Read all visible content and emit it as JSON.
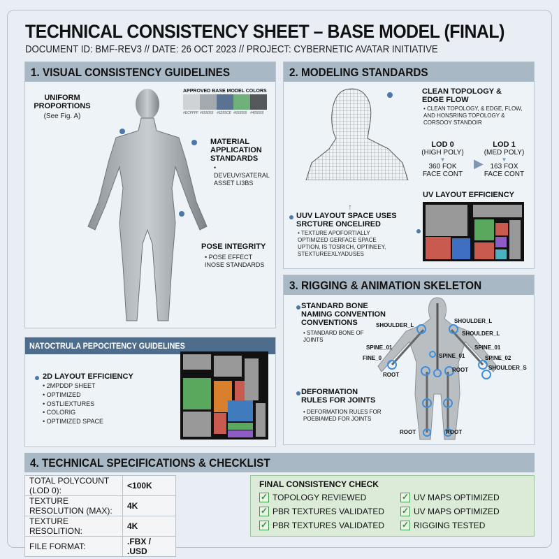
{
  "header": {
    "title": "TECHNICAL CONSISTENCY SHEET – BASE MODEL (FINAL)",
    "subtitle": "DOCUMENT ID: BMF-REV3 // DATE: 26 OCT 2023 // PROJECT: CYBERNETIC AVATAR INITIATIVE"
  },
  "section1": {
    "title": "1. VISUAL CONSISTENCY GUIDELINES",
    "uniform": {
      "title": "UNIFORM PROPORTIONS",
      "note": "(See Fig. A)"
    },
    "colors": {
      "title": "APPROVED BASE MODEL COLORS",
      "swatches": [
        {
          "hex": "#ECFFFF",
          "color": "#d0d3d6"
        },
        {
          "hex": "#655055",
          "color": "#a3aaaf"
        },
        {
          "hex": "#6255CE",
          "color": "#5a7393"
        },
        {
          "hex": "#655555",
          "color": "#6fb07a"
        },
        {
          "hex": "#405555",
          "color": "#55585b"
        }
      ]
    },
    "material": {
      "title": "MATERIAL APPLICATION STANDARDS",
      "note": "• DEVEUV/SATERAL ASSET LI3BS"
    },
    "pose": {
      "title": "POSE INTEGRITY",
      "note": "• POSE EFFECT INOSE STANDARDS"
    }
  },
  "subpanel": {
    "title": "NATOCTRULA PEPOCITENCY GUIDELINES",
    "heading": "2D LAYOUT EFFICIENCY",
    "items": [
      "• 2MPDDP SHEET",
      "• OPTIMIZED",
      "• OSTLIEXTURES",
      "• COLORIG",
      "• OPTIMIZED SPACE"
    ]
  },
  "section2": {
    "title": "2. MODELING STANDARDS",
    "topology": {
      "title": "CLEAN TOPOLOGY & EDGE FLOW",
      "note": "• CLEAN TOPOLOGY, & EDGE, FLOW, AND HONSRING TOPOLOGY & CORSOOY STANDOIR"
    },
    "lod0": {
      "title": "LOD 0",
      "sub": "(HIGH POLY)",
      "count": "360 FOK",
      "unit": "FACE CONT"
    },
    "lod1": {
      "title": "LOD 1",
      "sub": "(MED POLY)",
      "count": "163 FOX",
      "unit": "FACE CONT"
    },
    "uv_title": "UV LAYOUT EFFICIENCY",
    "uvspace": {
      "title": "UUV LAYOUT SPACE USES SRCTURE ONCELIRED",
      "note": "• TEXTURE APOFORTIALLY OPTIMIZED GERFACE SPACE UPTION, IS TOSRICH, OPTINEEY, STEXTUREEXLYADUSES"
    }
  },
  "section3": {
    "title": "3. RIGGING & ANIMATION SKELETON",
    "bone": {
      "title": "STANDARD BONE NAMING CONVENTION CONVENTIONS",
      "note": "• STANDARD BONE OF JOINTS"
    },
    "deform": {
      "title": "DEFORMATION RULES FOR JOINTS",
      "note": "• DEFORMATION RULES FOR POEBIAMED FOR JOINTS"
    },
    "joints": [
      "SHOULDER_L",
      "SHOULDER_L",
      "SHOULDER_L",
      "SPINE_01",
      "SPINE_01",
      "SPINE_01",
      "FINE_0",
      "SPINE_02",
      "SHOULDER_S",
      "ROOT",
      "ROOT",
      "ROOT",
      "ROOT"
    ]
  },
  "section4": {
    "title": "4. TECHNICAL SPECIFICATIONS & CHECKLIST",
    "specs": [
      {
        "label": "TOTAL POLYCOUNT (LOD 0):",
        "value": "<100K"
      },
      {
        "label": "TEXTURE RESOLUTION (MAX):",
        "value": "4K"
      },
      {
        "label": "TEXTURE RESOLITION:",
        "value": "4K"
      },
      {
        "label": "FILE FORMAT:",
        "value": ".FBX / .USD"
      }
    ],
    "check": {
      "title": "FINAL CONSISTENCY CHECK",
      "items": [
        "TOPOLOGY REVIEWED",
        "UV MAPS OPTIMIZED",
        "PBR TEXTURES VALIDATED",
        "UV MAPS OPTIMIZED",
        "PBR TEXTURES VALIDATED",
        "RIGGING TESTED"
      ],
      "mark": "✓"
    }
  }
}
